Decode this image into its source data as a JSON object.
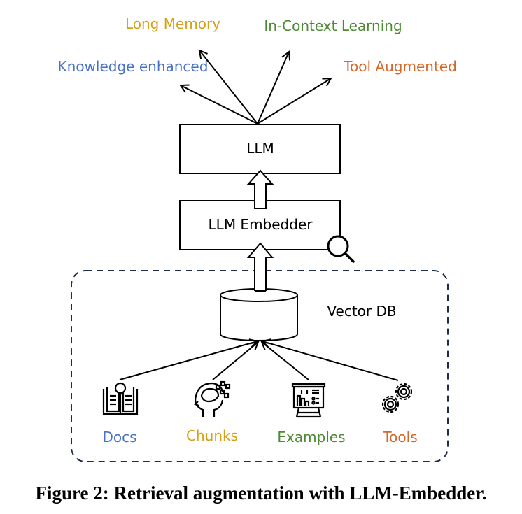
{
  "figure": {
    "outputs": [
      {
        "label": "Long Memory",
        "color": "#d4a017"
      },
      {
        "label": "In-Context Learning",
        "color": "#4e8a35"
      },
      {
        "label": "Knowledge enhanced",
        "color": "#4a72c4"
      },
      {
        "label": "Tool Augmented",
        "color": "#d2692a"
      }
    ],
    "llm_box": {
      "label": "LLM"
    },
    "embedder_box": {
      "label": "LLM Embedder"
    },
    "vector_db": {
      "label": "Vector DB"
    },
    "sources": [
      {
        "label": "Docs",
        "icon": "book-lightbulb-icon",
        "color": "#4a72c4"
      },
      {
        "label": "Chunks",
        "icon": "head-brain-icon",
        "color": "#d4a017"
      },
      {
        "label": "Examples",
        "icon": "presentation-board-icon",
        "color": "#4e8a35"
      },
      {
        "label": "Tools",
        "icon": "gears-icon",
        "color": "#d2692a"
      }
    ],
    "container_color": "#1f2d4a"
  },
  "caption": "Figure 2: Retrieval augmentation with LLM-Embedder."
}
